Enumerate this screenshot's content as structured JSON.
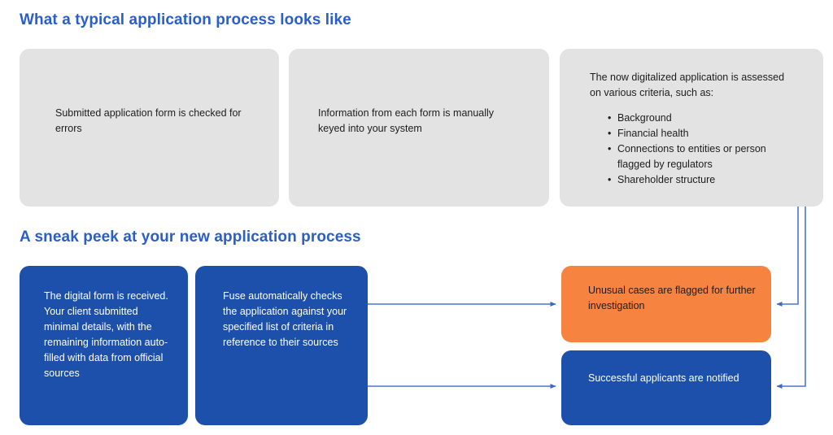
{
  "old_process": {
    "heading": "What a typical application process looks like",
    "steps": [
      {
        "text": "Submitted application form is checked for errors"
      },
      {
        "text": "Information from each form is manually keyed into your system"
      },
      {
        "text": "The now digitalized application is assessed on various criteria, such as:",
        "criteria": [
          "Background",
          "Financial health",
          "Connections to entities or person flagged by regulators",
          "Shareholder structure"
        ]
      }
    ]
  },
  "new_process": {
    "heading": "A sneak peek at your new application process",
    "steps": [
      {
        "text": "The digital form is received. Your client submitted minimal details, with the remaining information auto-filled with data from official sources"
      },
      {
        "text": "Fuse automatically checks the application against your specified list of criteria in reference to their sources"
      }
    ],
    "outcomes": [
      {
        "text": "Unusual cases are flagged for further investigation",
        "tone": "flagged"
      },
      {
        "text": "Successful applicants are notified",
        "tone": "approved"
      }
    ]
  },
  "colors": {
    "heading_blue": "#2a5ec8",
    "card_gray": "#e3e3e3",
    "card_blue": "#1c50ab",
    "card_orange": "#f6833f",
    "connector_blue": "#4a77cf",
    "text_dark": "#1d1d1d",
    "text_light": "#ffffff",
    "background": "#ffffff"
  },
  "connectors": [
    {
      "name": "checks-to-flagged",
      "from": "blue-card-2",
      "to": "orange-card-flagged"
    },
    {
      "name": "checks-to-notified",
      "from": "blue-card-2",
      "to": "blue-card-notified"
    },
    {
      "name": "criteria-to-flagged",
      "from": "gray-card-3",
      "to": "orange-card-flagged"
    },
    {
      "name": "criteria-to-notified",
      "from": "gray-card-3",
      "to": "blue-card-notified"
    }
  ]
}
